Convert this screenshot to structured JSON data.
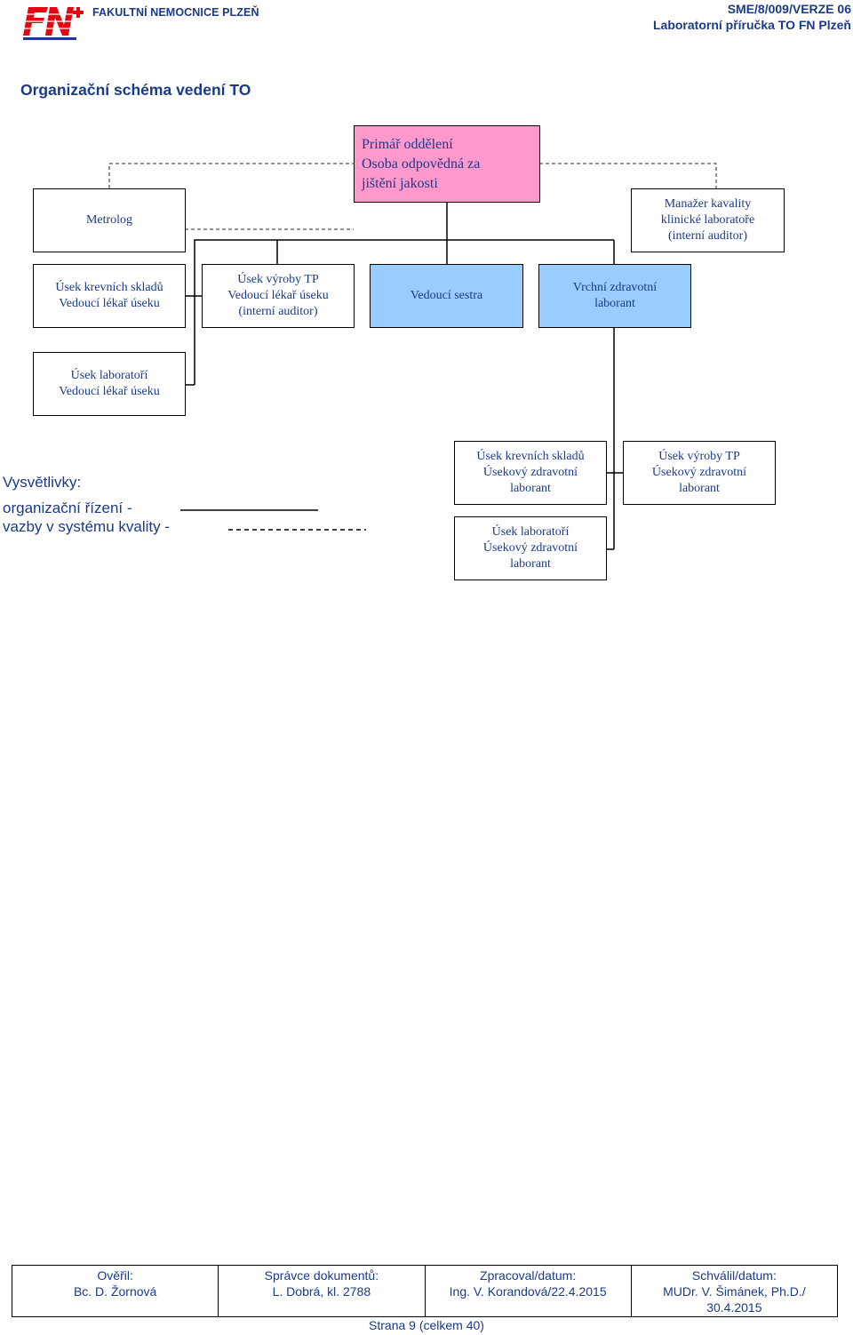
{
  "header": {
    "org_name": "FAKULTNÍ NEMOCNICE PLZEŇ",
    "doc_code": "SME/8/009/VERZE 06",
    "doc_name": "Laboratorní příručka TO FN Plzeň"
  },
  "page_title": "Organizační schéma vedení TO",
  "chart": {
    "head": {
      "lines": [
        "Primář oddělení",
        "Osoba odpovědná za",
        "jištění jakosti"
      ]
    },
    "metrolog": {
      "lines": [
        "Metrolog"
      ]
    },
    "quality_manager": {
      "lines": [
        "Manažer kavality",
        "klinické laboratoře",
        "(interní auditor)"
      ]
    },
    "blood_dept_head": {
      "lines": [
        "Úsek krevních skladů",
        "Vedoucí lékař úseku"
      ]
    },
    "tp_dept_head": {
      "lines": [
        "Úsek výroby TP",
        "Vedoucí lékař úseku",
        "(interní auditor)"
      ]
    },
    "head_nurse": {
      "lines": [
        "Vedoucí sestra"
      ]
    },
    "chief_lab": {
      "lines": [
        "Vrchní zdravotní",
        "laborant"
      ]
    },
    "lab_dept_head": {
      "lines": [
        "Úsek laboratoří",
        "Vedoucí lékař úseku"
      ]
    },
    "blood_dept_lab": {
      "lines": [
        "Úsek krevních skladů",
        "Úsekový zdravotní",
        "laborant"
      ]
    },
    "tp_dept_lab": {
      "lines": [
        "Úsek výroby TP",
        "Úsekový zdravotní",
        "laborant"
      ]
    },
    "lab_dept_lab": {
      "lines": [
        "Úsek laboratoří",
        "Úsekový zdravotní",
        "laborant"
      ]
    }
  },
  "legend": {
    "title": "Vysvětlivky:",
    "org_management": "organizační řízení  -",
    "quality_links": "vazby v systému kvality -"
  },
  "colors": {
    "head_fill": "#ff99cc",
    "blue_fill": "#99ccff",
    "text_blue": "#1a3a8a",
    "logo_red": "#e30613",
    "logo_blue": "#1e3a96"
  },
  "footer": {
    "cells": [
      {
        "label": "Ověřil:",
        "value": "Bc. D. Žornová",
        "value2": ""
      },
      {
        "label": "Správce dokumentů:",
        "value": "L. Dobrá, kl. 2788",
        "value2": ""
      },
      {
        "label": "Zpracoval/datum:",
        "value": "Ing. V. Korandová/22.4.2015",
        "value2": ""
      },
      {
        "label": "Schválil/datum:",
        "value": "MUDr. V. Šimánek, Ph.D./",
        "value2": "30.4.2015"
      }
    ],
    "page_number": "Strana 9 (celkem 40)"
  }
}
